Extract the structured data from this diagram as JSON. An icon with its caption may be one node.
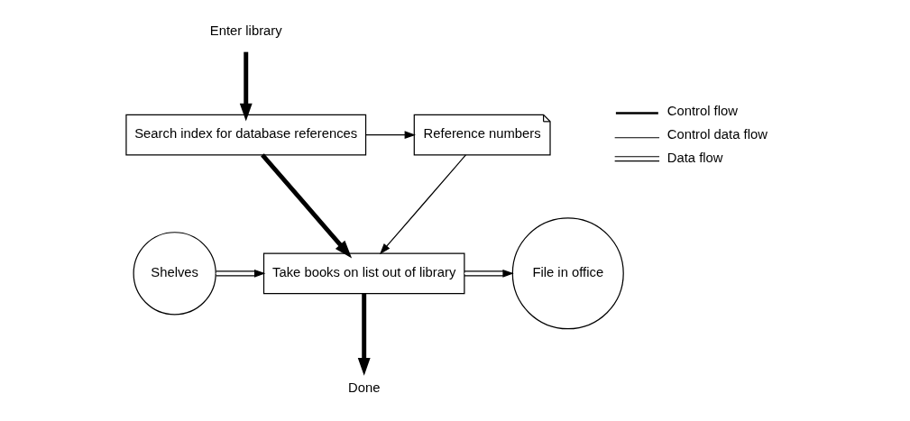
{
  "diagram": {
    "nodes": [
      {
        "text": [
          "Enter library"
        ]
      },
      {
        "text": [
          "Search index for database references"
        ]
      },
      {
        "text": [
          "Reference numbers"
        ]
      },
      {
        "text": [
          "Shelves"
        ]
      },
      {
        "text": [
          "Take books on list out of library"
        ]
      },
      {
        "text": [
          "File in office"
        ]
      },
      {
        "text": [
          "Done"
        ]
      }
    ],
    "edges": [
      {
        "from": 0,
        "to": 1,
        "arrow": "to",
        "style": "thick"
      },
      {
        "from": 1,
        "to": 2,
        "arrow": "to"
      },
      {
        "from": 1,
        "to": 4,
        "arrow": "to",
        "style": "thick"
      },
      {
        "from": 2,
        "to": 4,
        "arrow": "to"
      },
      {
        "from": 3,
        "to": 4,
        "arrow": "to"
      },
      {
        "from": 4,
        "to": 5,
        "arrow": "to"
      },
      {
        "from": 4,
        "to": 6,
        "arrow": "to",
        "style": "thick"
      }
    ],
    "legend": [
      {
        "text": "Control flow"
      },
      {
        "text": "Control data flow"
      },
      {
        "text": "Data flow"
      }
    ]
  }
}
